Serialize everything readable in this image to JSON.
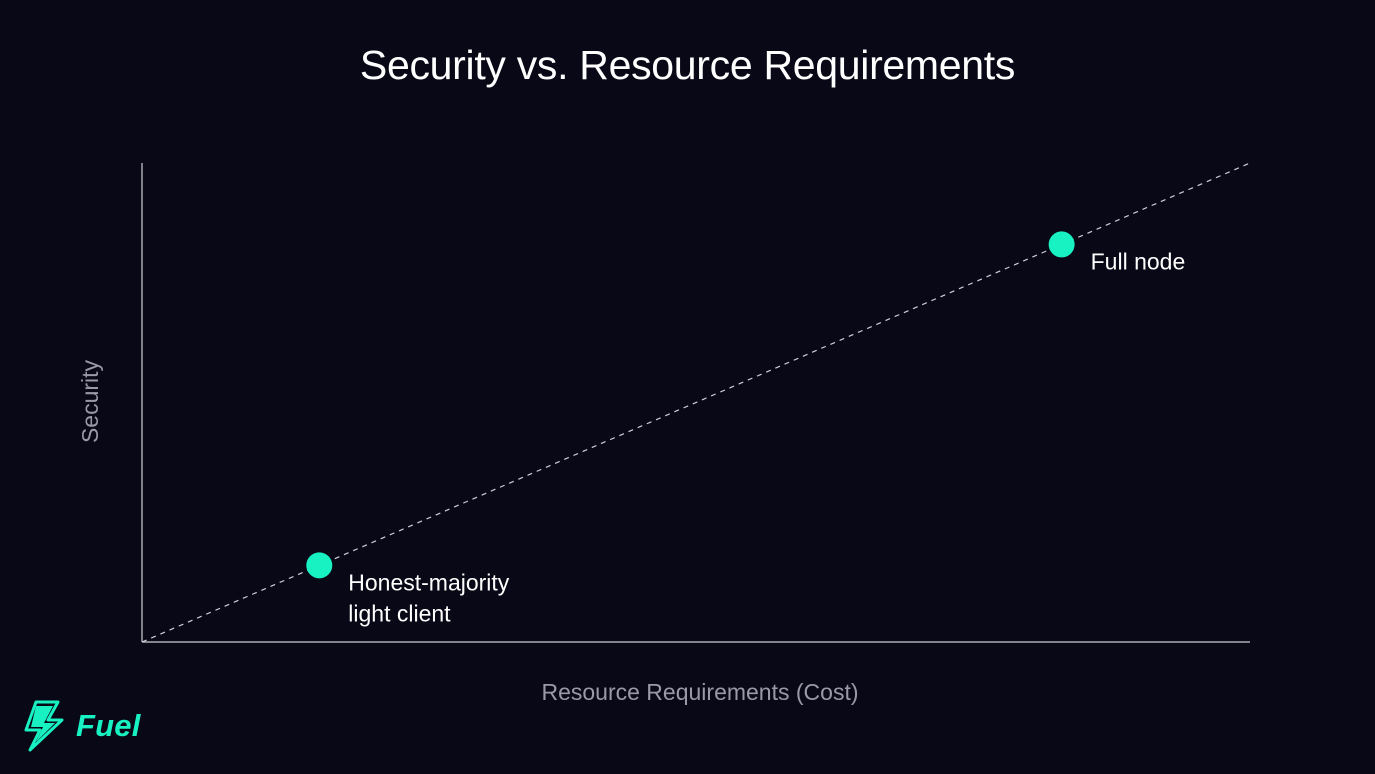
{
  "slide": {
    "title": "Security vs. Resource Requirements"
  },
  "logo": {
    "text": "Fuel",
    "icon": "lightning-bolt-icon",
    "color": "#18f2c2"
  },
  "colors": {
    "background": "#090816",
    "accent": "#18f2c2",
    "axis_title": "#9a99a8",
    "axis_line": "#cfcfd6"
  },
  "chart_data": {
    "type": "scatter",
    "title": "Security vs. Resource Requirements",
    "xlabel": "Resource Requirements (Cost)",
    "ylabel": "Security",
    "xlim": [
      0,
      1
    ],
    "ylim": [
      0,
      1
    ],
    "grid": false,
    "ticks": false,
    "trend_line": {
      "style": "dashed",
      "from": [
        0,
        0
      ],
      "to": [
        1,
        1
      ]
    },
    "points": [
      {
        "label": [
          "Honest-majority",
          "light client"
        ],
        "x": 0.16,
        "y": 0.16
      },
      {
        "label": [
          "Full node"
        ],
        "x": 0.83,
        "y": 0.83
      }
    ]
  }
}
